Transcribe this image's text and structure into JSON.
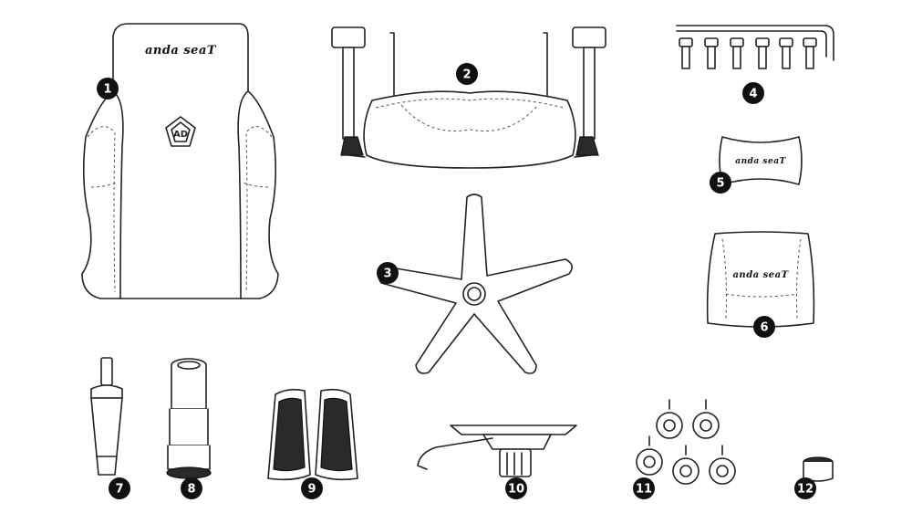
{
  "brand_text": "anda seaT",
  "badge_color": "#111111",
  "parts": [
    {
      "number": "1",
      "icon": "backrest-icon"
    },
    {
      "number": "2",
      "icon": "seat-with-armrests-icon"
    },
    {
      "number": "3",
      "icon": "five-star-base-icon"
    },
    {
      "number": "4",
      "icon": "screws-and-hex-keys-icon"
    },
    {
      "number": "5",
      "icon": "head-pillow-icon"
    },
    {
      "number": "6",
      "icon": "lumbar-pillow-icon"
    },
    {
      "number": "7",
      "icon": "gas-lift-cylinder-icon"
    },
    {
      "number": "8",
      "icon": "cylinder-cover-icon"
    },
    {
      "number": "9",
      "icon": "backrest-side-covers-icon"
    },
    {
      "number": "10",
      "icon": "tilt-mechanism-icon"
    },
    {
      "number": "11",
      "icon": "casters-icon"
    },
    {
      "number": "12",
      "icon": "cap-icon"
    }
  ]
}
